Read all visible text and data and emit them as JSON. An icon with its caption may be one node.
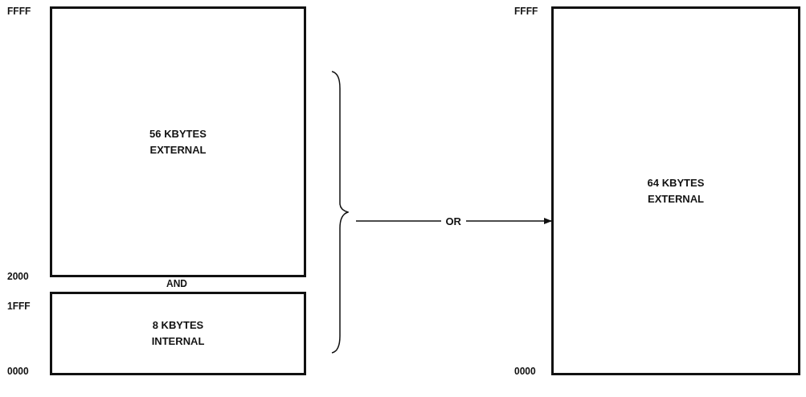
{
  "diagram": {
    "nodes": [
      {
        "text": [
          "56 KBYTES EXTERNAL"
        ]
      },
      {
        "text": [
          "8 KBYTES INTERNAL"
        ]
      },
      {
        "text": [],
        "shape": "brace"
      },
      {
        "text": [
          "64 KBYTES EXTERNAL"
        ]
      }
    ],
    "edges": [
      {
        "from": 2,
        "to": 3,
        "arrow": "to",
        "label": "OR"
      }
    ],
    "labels": [
      "FFFF",
      "2000",
      "AND",
      "1FFF",
      "0000",
      "FFFF",
      "0000"
    ]
  }
}
